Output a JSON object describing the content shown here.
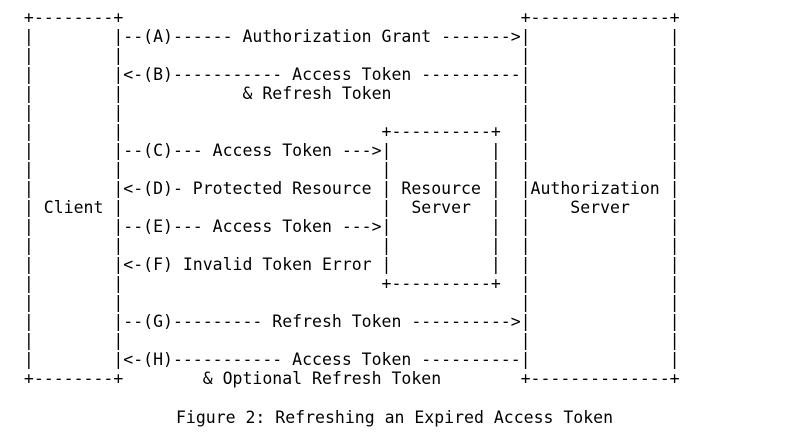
{
  "document": {
    "type": "ascii-art-sequence-diagram",
    "title": "Figure 2: Refreshing an Expired Access Token",
    "background_color": "#ffffff",
    "text_color": "#000000"
  },
  "participants": [
    {
      "id": "client",
      "label": "Client",
      "box_width_dashes": 8
    },
    {
      "id": "resource-server",
      "label_line1": "Resource",
      "label_line2": "Server",
      "box_width_dashes": 10
    },
    {
      "id": "authorization-server",
      "label_line1": "Authorization",
      "label_line2": "Server",
      "box_width_dashes": 14
    }
  ],
  "messages": [
    {
      "step": "A",
      "label": "Authorization Grant",
      "direction": "client-to-authorization-server"
    },
    {
      "step": "B",
      "label": "Access Token",
      "label2": "& Refresh Token",
      "direction": "authorization-server-to-client"
    },
    {
      "step": "C",
      "label": "Access Token",
      "direction": "client-to-resource-server"
    },
    {
      "step": "D",
      "label": "Protected Resource",
      "direction": "resource-server-to-client"
    },
    {
      "step": "E",
      "label": "Access Token",
      "direction": "client-to-resource-server"
    },
    {
      "step": "F",
      "label": "Invalid Token Error",
      "direction": "resource-server-to-client"
    },
    {
      "step": "G",
      "label": "Refresh Token",
      "direction": "client-to-authorization-server"
    },
    {
      "step": "H",
      "label": "Access Token",
      "label2": "& Optional Refresh Token",
      "direction": "authorization-server-to-client"
    }
  ],
  "art": {
    "body": "+--------+                                           +--------------+\n|        |--(A)------- Authorization Grant --------->|              |\n|        |                                           |              |\n|        |<-(B)----------- Access Token -------------|              |\n|        |               & Refresh Token             |              |\n|        |                                           |              |\n|        |                    +----------+           |              |\n|        |--(C)---- Access Token ---->|          |   |              |\n|        |                    |          |           |              |\n| Client |<-(D)- Protected Resource --|  Resource |   | Authorization|\n|        |                    |  Server  |           |    Server    |\n|        |--(E)---- Access Token ---->|          |   |              |\n|        |                    |          |           |              |\n|        |<-(F)- Invalid Token Error -|          |   |              |\n|        |                    +----------+           |              |\n|        |                                           |              |\n|        |--(G)----------- Refresh Token ----------->|              |\n|        |                                           |              |\n|        |<-(H)----------- Access Token -------------|              |\n+--------+        & Optional Refresh Token           +--------------+",
    "caption": "Figure 2: Refreshing an Expired Access Token"
  },
  "lines": [
    "+--------+                                 +--------------+",
    "|        |--(A)------- Authorization Grant --------->|",
    "|        |<-(B)----------- Access Token -------------|",
    "|                      & Refresh Token",
    "|        |--(C)---- Access Token ---->|",
    "|        |<-(D)- Protected Resource --|",
    "|        |--(E)---- Access Token ---->|",
    "|        |<-(F)- Invalid Token Error -|",
    "|        |--(G)----------- Refresh Token ----------->|",
    "|        |<-(H)----------- Access Token -------------|",
    "+--------+        & Optional Refresh Token"
  ]
}
